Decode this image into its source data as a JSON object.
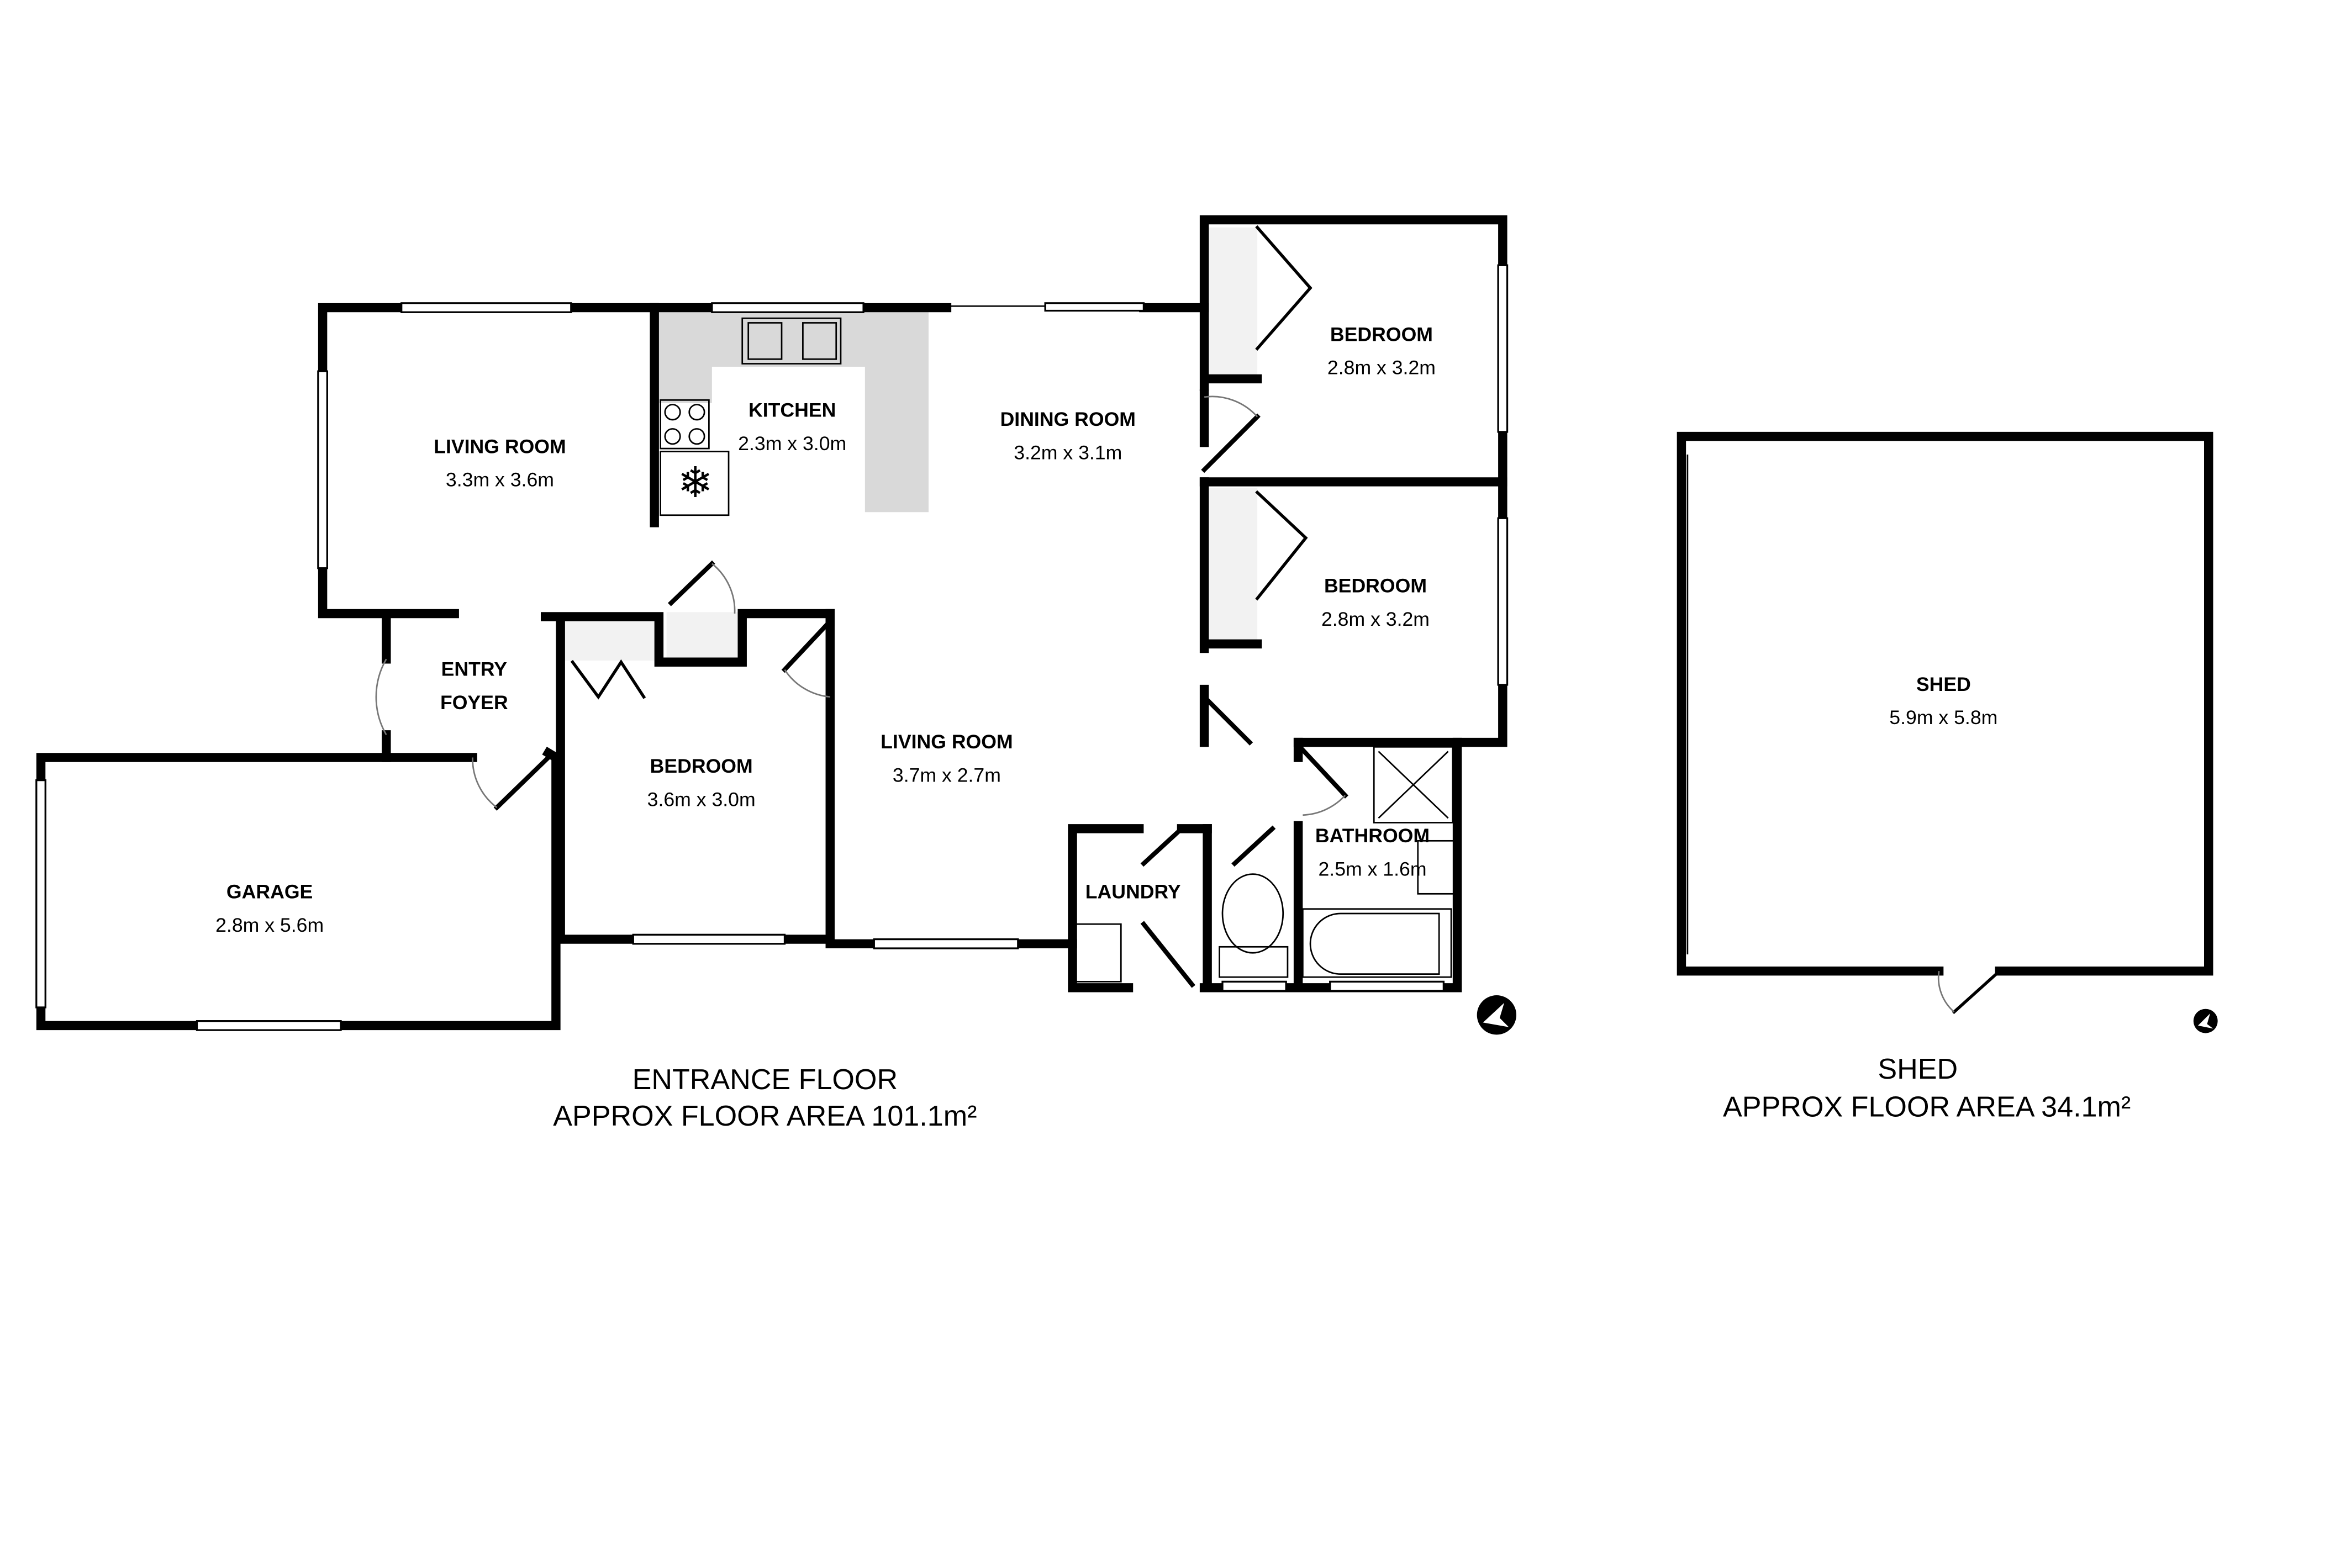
{
  "plan": {
    "entrance_floor": {
      "title": "ENTRANCE FLOOR",
      "area": "APPROX FLOOR AREA 101.1m²",
      "rooms": [
        {
          "name": "LIVING ROOM",
          "dims": "3.3m x 3.6m"
        },
        {
          "name": "KITCHEN",
          "dims": "2.3m x 3.0m"
        },
        {
          "name": "DINING ROOM",
          "dims": "3.2m x 3.1m"
        },
        {
          "name": "BEDROOM",
          "dims": "2.8m x 3.2m"
        },
        {
          "name": "BEDROOM",
          "dims": "2.8m x 3.2m"
        },
        {
          "name": "ENTRY",
          "dims": "FOYER"
        },
        {
          "name": "BEDROOM",
          "dims": "3.6m x 3.0m"
        },
        {
          "name": "LIVING ROOM",
          "dims": "3.7m x 2.7m"
        },
        {
          "name": "BATHROOM",
          "dims": "2.5m x 1.6m"
        },
        {
          "name": "LAUNDRY",
          "dims": ""
        },
        {
          "name": "GARAGE",
          "dims": "2.8m x 5.6m"
        }
      ]
    },
    "shed": {
      "title": "SHED",
      "area": "APPROX FLOOR AREA 34.1m²",
      "room": {
        "name": "SHED",
        "dims": "5.9m x 5.8m"
      }
    },
    "colors": {
      "wall": "#000000",
      "counter": "#d9d9d9"
    },
    "icons": [
      "compass-icon",
      "fridge-icon",
      "sink-icon",
      "stove-icon",
      "toilet-icon",
      "bath-icon",
      "shower-icon"
    ]
  }
}
